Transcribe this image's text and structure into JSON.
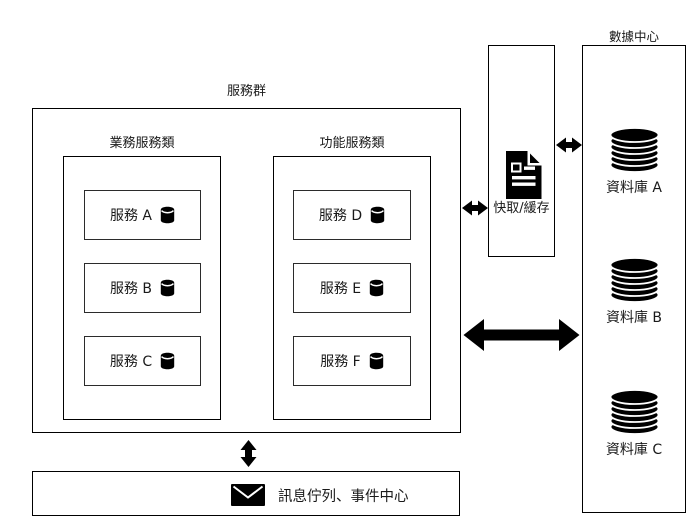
{
  "colors": {
    "stroke": "#000000",
    "text": "#1a1a1a",
    "background": "#ffffff",
    "icon_fill": "#000000"
  },
  "service_group": {
    "label": "服務群",
    "business_class": {
      "label": "業務服務類",
      "services": [
        {
          "name": "服務 A",
          "icon": "database-cylinder-icon"
        },
        {
          "name": "服務 B",
          "icon": "database-cylinder-icon"
        },
        {
          "name": "服務 C",
          "icon": "database-cylinder-icon"
        }
      ]
    },
    "function_class": {
      "label": "功能服務類",
      "services": [
        {
          "name": "服務 D",
          "icon": "database-cylinder-icon"
        },
        {
          "name": "服務 E",
          "icon": "database-cylinder-icon"
        },
        {
          "name": "服務 F",
          "icon": "database-cylinder-icon"
        }
      ]
    }
  },
  "cache": {
    "label": "快取/緩存",
    "icon": "document-icon"
  },
  "data_center": {
    "label": "數據中心",
    "databases": [
      {
        "name": "資料庫 A",
        "icon": "database-stack-icon"
      },
      {
        "name": "資料庫 B",
        "icon": "database-stack-icon"
      },
      {
        "name": "資料庫 C",
        "icon": "database-stack-icon"
      }
    ]
  },
  "message_center": {
    "label": "訊息佇列、事件中心",
    "icon": "envelope-icon"
  },
  "connections": [
    {
      "from": "服務群",
      "to": "快取/緩存",
      "type": "bidirectional"
    },
    {
      "from": "快取/緩存",
      "to": "數據中心",
      "type": "bidirectional"
    },
    {
      "from": "服務群",
      "to": "數據中心",
      "type": "bidirectional-bold"
    },
    {
      "from": "服務群",
      "to": "訊息佇列、事件中心",
      "type": "bidirectional"
    }
  ]
}
